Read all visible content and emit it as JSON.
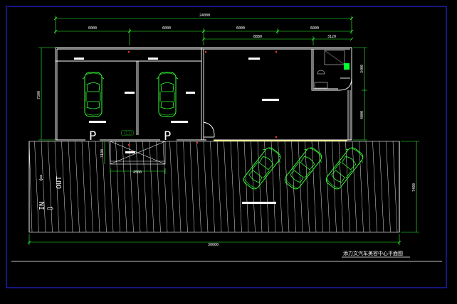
{
  "drawing": {
    "title": "添力文汽车美容中心平面图",
    "colors": {
      "background": "#000000",
      "frame": "#2b2bff",
      "wall": "#ffffff",
      "dimension": "#33ff33",
      "car": "#33ff33",
      "hatch": "#ffffff",
      "accent": "#ffff66",
      "marker": "#ff3333",
      "fixture": "#00ff33"
    },
    "dimensions": {
      "top_total": "24000",
      "top_seg1": "6000",
      "top_seg2": "6000",
      "top_seg3": "6000",
      "top_seg4": "6000",
      "top_sub1": "8880",
      "top_sub2": "3120",
      "bottom_total": "30000",
      "left_height": "7300",
      "right_upper": "3400",
      "right_lower": "4000",
      "right_outer": "7400",
      "ramp_width": "4500",
      "ramp_height": "3100"
    },
    "parking": {
      "label_1": "P",
      "label_2": "P"
    },
    "signs": {
      "out_label": "OUT",
      "in_label": "IN",
      "out_arrow": "⇦",
      "in_arrow": "⇨"
    }
  }
}
